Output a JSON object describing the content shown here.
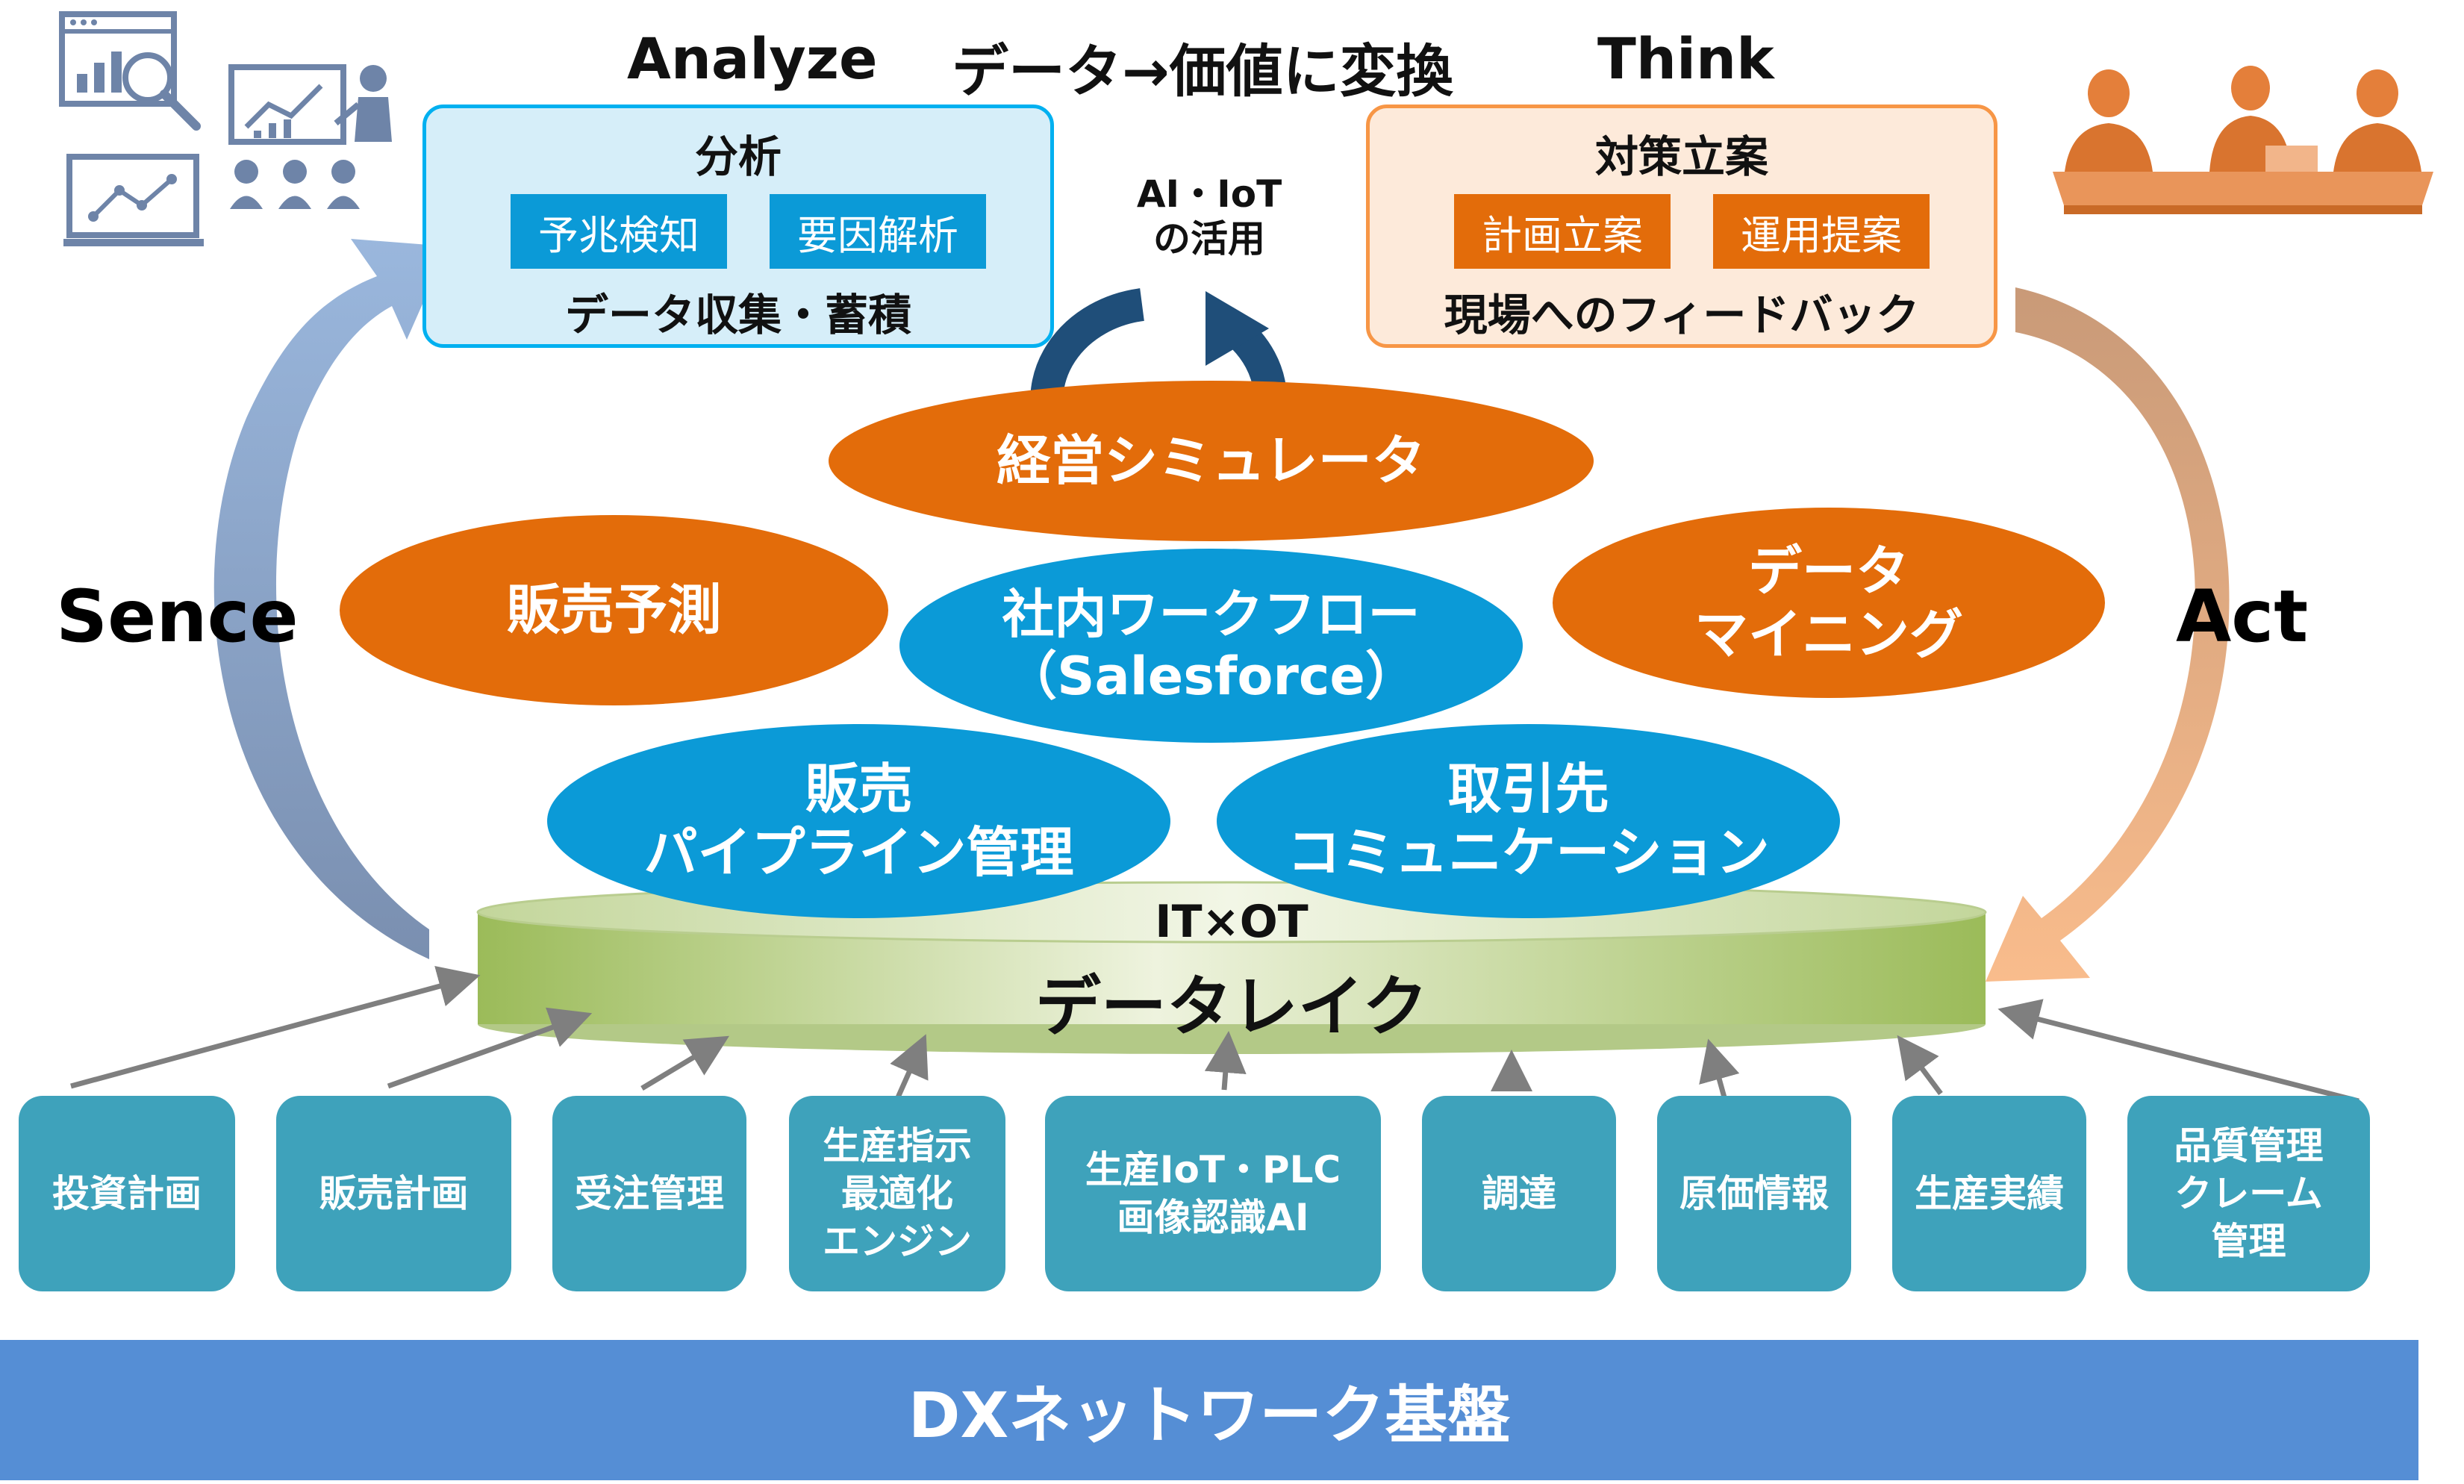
{
  "headers": {
    "analyze": "Analyze",
    "transform": "データ→価値に変換",
    "think": "Think"
  },
  "analyze_panel": {
    "title": "分析",
    "chips": [
      "予兆検知",
      "要因解析"
    ],
    "footer": "データ収集・蓄積"
  },
  "think_panel": {
    "title": "対策立案",
    "chips": [
      "計画立案",
      "運用提案"
    ],
    "footer": "現場へのフィードバック"
  },
  "cycle": {
    "line1": "AI・IoT",
    "line2": "の活用"
  },
  "labels": {
    "sense": "Sence",
    "act": "Act"
  },
  "ellipses": {
    "management": "経営シミュレータ",
    "sales_forecast": "販売予測",
    "data_mining_l1": "データ",
    "data_mining_l2": "マイニング",
    "workflow_l1": "社内ワークフロー",
    "workflow_l2": "（Salesforce）",
    "pipeline_l1": "販売",
    "pipeline_l2": "パイプライン管理",
    "partner_l1": "取引先",
    "partner_l2": "コミュニケーション"
  },
  "data_lake": {
    "line1": "IT×OT",
    "line2": "データレイク"
  },
  "sources": [
    {
      "lines": [
        "投資計画"
      ]
    },
    {
      "lines": [
        "販売計画"
      ]
    },
    {
      "lines": [
        "受注管理"
      ]
    },
    {
      "lines": [
        "生産指示",
        "最適化",
        "エンジン"
      ]
    },
    {
      "lines": [
        "生産IoT・PLC",
        "画像認識AI"
      ]
    },
    {
      "lines": [
        "調達"
      ]
    },
    {
      "lines": [
        "原価情報"
      ]
    },
    {
      "lines": [
        "生産実績"
      ]
    },
    {
      "lines": [
        "品質管理",
        "クレーム",
        "管理"
      ]
    }
  ],
  "footer": "DXネットワーク基盤",
  "colors": {
    "orange": "#e36c0a",
    "blue": "#0b9ad7",
    "source_teal": "#3ea2bb",
    "footer_blue": "#558ed5",
    "analyze_panel_bg": "#d6eef9",
    "think_panel_bg": "#fdeada",
    "lake_green": "#9bbb59"
  },
  "icons": [
    "dashboard-analytics-icon",
    "chart-presentation-icon",
    "line-chart-monitor-icon",
    "meeting-people-icon",
    "circular-arrow-icon"
  ]
}
